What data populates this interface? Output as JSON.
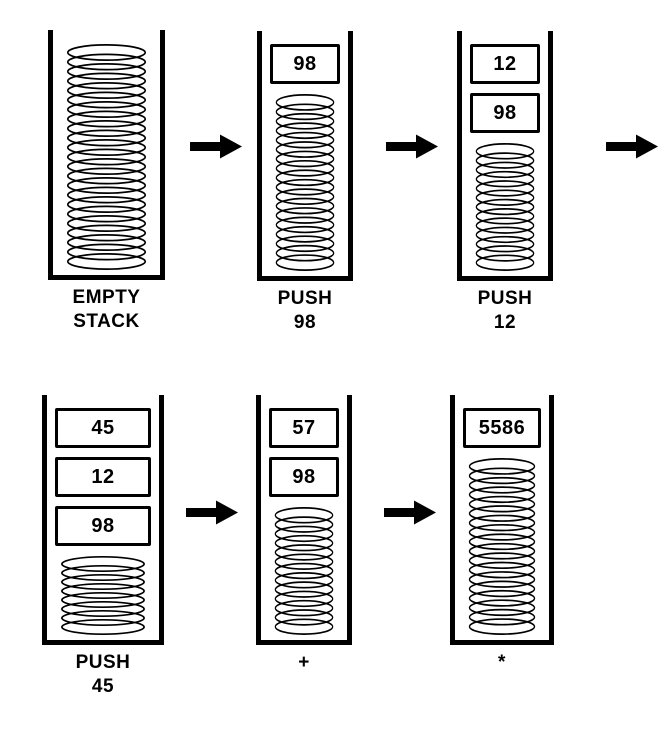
{
  "diagram": {
    "colors": {
      "ink": "#000000",
      "background": "#ffffff"
    },
    "stages": [
      {
        "label_lines": [
          "EMPTY",
          "STACK"
        ],
        "boxes": [],
        "coils": 23
      },
      {
        "label_lines": [
          "PUSH",
          "98"
        ],
        "boxes": [
          "98"
        ],
        "coils": 18
      },
      {
        "label_lines": [
          "PUSH",
          "12"
        ],
        "boxes": [
          "12",
          "98"
        ],
        "coils": 13
      },
      {
        "label_lines": [
          "PUSH",
          "45"
        ],
        "boxes": [
          "45",
          "12",
          "98"
        ],
        "coils": 8
      },
      {
        "label_lines": [
          "+"
        ],
        "boxes": [
          "57",
          "98"
        ],
        "coils": 13
      },
      {
        "label_lines": [
          "*"
        ],
        "boxes": [
          "5586"
        ],
        "coils": 18
      }
    ]
  }
}
